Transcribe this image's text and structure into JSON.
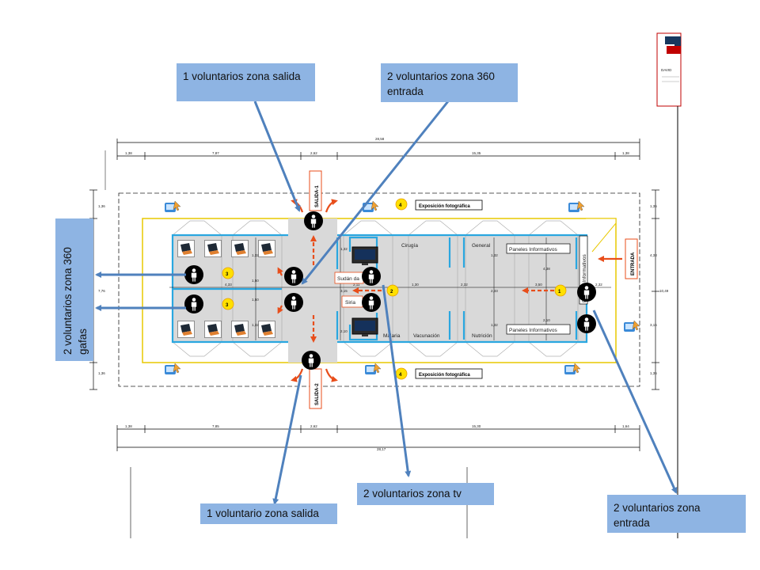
{
  "callouts": {
    "top_left": "1 voluntarios zona salida",
    "top_right": "2 voluntarios zona 360 entrada",
    "left_vertical": "2 voluntarios zona 360 gafas",
    "bottom_left": "1 voluntario zona salida",
    "bottom_mid": "2 voluntarios zona tv",
    "bottom_right": "2 voluntarios zona entrada"
  },
  "plan": {
    "exit_top": "SALIDA-1",
    "exit_bottom": "SALIDA-2",
    "entrance": "ENTRADA",
    "photo_expo_top": "Exposición fotográfica",
    "photo_expo_bottom": "Exposición fotográfica",
    "rooms": {
      "cirugia": "Cirugía",
      "general": "General",
      "malaria": "Malaria",
      "vacunacion": "Vacunación",
      "nutricion": "Nutrición",
      "sudan": "Sudán da",
      "siria": "Siria"
    },
    "panels": {
      "top": "Paneles Informativos",
      "bottom": "Paneles Informativos",
      "vertical": "Paneles Informativos"
    },
    "zones": {
      "z1": "1",
      "z2": "2",
      "z3a": "3",
      "z3b": "3",
      "z4a": "4",
      "z4b": "4"
    },
    "dims": {
      "total_top": "28,58",
      "total_bottom": "28,17",
      "top": [
        "1,38",
        "7,87",
        "2,62",
        "15,35",
        "1,38"
      ],
      "bottom": [
        "1,38",
        "7,85",
        "2,62",
        "15,30",
        "1,64"
      ],
      "left": [
        "1,36",
        "7,76",
        "1,36"
      ],
      "right": [
        "1,36",
        "4,33",
        "10,49",
        "3,15",
        "1,36"
      ],
      "inner": [
        "1,32",
        "1,50",
        "1,50",
        "1,32",
        "4,33",
        "2,11",
        "1,30",
        "2,32",
        "3,50",
        "2,32",
        "2,33",
        "1,32",
        "2,10",
        "1,32",
        "1,32",
        "3,15",
        "2,10",
        "4,38"
      ]
    },
    "legend_title": "DAVID"
  },
  "colors": {
    "callout_bg": "#8eb4e3",
    "arrow_blue": "#4f81bd",
    "wall_blue": "#2aa7e0",
    "accent_orange": "#e84e1b",
    "zone_yellow": "#ffe000",
    "floor_grey": "#d9d9d9"
  }
}
